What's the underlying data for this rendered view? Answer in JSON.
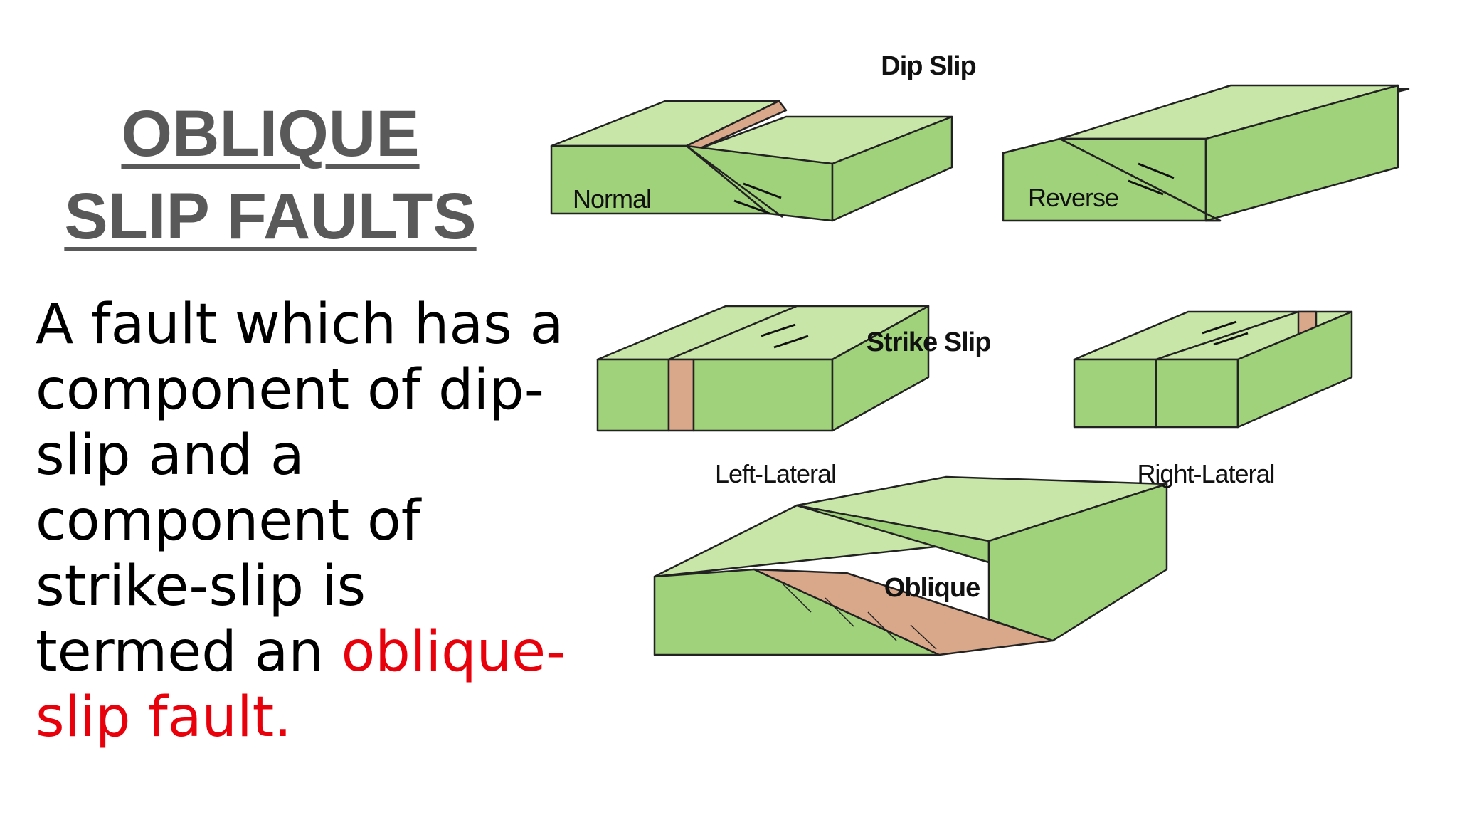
{
  "slide": {
    "title_line1": "OBLIQUE",
    "title_line2": "SLIP FAULTS",
    "body_text": "A fault which has a component of dip-slip and a component of strike-slip is termed an",
    "body_highlight": "oblique-slip fault.",
    "highlight_color": "#e8000b"
  },
  "diagram": {
    "dip_slip_heading": "Dip Slip",
    "normal_label": "Normal",
    "reverse_label": "Reverse",
    "strike_slip_heading": "Strike Slip",
    "left_lateral_label": "Left-Lateral",
    "right_lateral_label": "Right-Lateral",
    "oblique_heading": "Oblique",
    "block_top_color": "#c8e6a8",
    "block_side_color": "#9fd27a",
    "fault_plane_color": "#d9a88a"
  }
}
